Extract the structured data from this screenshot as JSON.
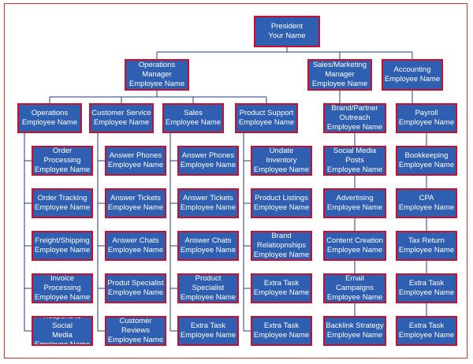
{
  "president": {
    "title": "President",
    "name": "Your Name"
  },
  "top": [
    {
      "title": "Operations\nManager",
      "name": "Employee Name"
    },
    {
      "title": "Sales/Marketing\nManager",
      "name": "Employee Name"
    },
    {
      "title": "Accounting",
      "name": "Employee Name"
    }
  ],
  "departments": [
    {
      "head": {
        "title": "Operations",
        "name": "Employee Name"
      },
      "items": [
        {
          "title": "Order Processing",
          "name": "Employee Name"
        },
        {
          "title": "Order Tracking",
          "name": "Employee Name"
        },
        {
          "title": "Freight/Shipping",
          "name": "Employee Name"
        },
        {
          "title": "Invoice\nProcessing",
          "name": "Employee Name"
        },
        {
          "title": "Respond to Social\nMedia",
          "name": "Employee Name"
        }
      ]
    },
    {
      "head": {
        "title": "Customer Service",
        "name": "Employee Name"
      },
      "items": [
        {
          "title": "Answer Phones",
          "name": "Employee Name"
        },
        {
          "title": "Answer Tickets",
          "name": "Employee Name"
        },
        {
          "title": "Answer Chats",
          "name": "Employee Name"
        },
        {
          "title": "Produt Specialist",
          "name": "Employee Name"
        },
        {
          "title": "Customer\nReviews",
          "name": "Employee Name"
        }
      ]
    },
    {
      "head": {
        "title": "Sales",
        "name": "Employee Name"
      },
      "items": [
        {
          "title": "Answer Phones",
          "name": "Employee Name"
        },
        {
          "title": "Answer Tickets",
          "name": "Employee Name"
        },
        {
          "title": "Answer Chats",
          "name": "Employee Name"
        },
        {
          "title": "Product Specialist",
          "name": "Employee Name"
        },
        {
          "title": "Extra Task",
          "name": "Employee Name"
        }
      ]
    },
    {
      "head": {
        "title": "Product Support",
        "name": "Employee Name"
      },
      "items": [
        {
          "title": "Undate Inventory",
          "name": "Employee Name"
        },
        {
          "title": "Product Listings",
          "name": "Employee Name"
        },
        {
          "title": "Brand\nRelatiopnships",
          "name": "Employee Name"
        },
        {
          "title": "Extra Task",
          "name": "Employee Name"
        },
        {
          "title": "Extra Task",
          "name": "Employee Name"
        }
      ]
    },
    {
      "head": {
        "title": "Brand/Partner\nOutreach",
        "name": "Employee Name"
      },
      "items": [
        {
          "title": "Social Media\nPosts",
          "name": "Employee Name"
        },
        {
          "title": "Advertising",
          "name": "Employee Name"
        },
        {
          "title": "Content Creation",
          "name": "Employee Name"
        },
        {
          "title": "Email Campaigns",
          "name": "Employee Name"
        },
        {
          "title": "Backlink Strategy",
          "name": "Employee Name"
        }
      ]
    },
    {
      "head": {
        "title": "Payroll",
        "name": "Employee Name"
      },
      "items": [
        {
          "title": "Bookkeeping",
          "name": "Employee Name"
        },
        {
          "title": "CPA",
          "name": "Employee Name"
        },
        {
          "title": "Tax Return",
          "name": "Employee Name"
        },
        {
          "title": "Extra Task",
          "name": "Employee Name"
        },
        {
          "title": "Extra Task",
          "name": "Employee Name"
        }
      ]
    }
  ],
  "colors": {
    "box_fill": "#2f5fb0",
    "box_border": "#c8102e",
    "text": "#ffffff",
    "line": "#1f3f7a",
    "frame": "#cc3333"
  }
}
